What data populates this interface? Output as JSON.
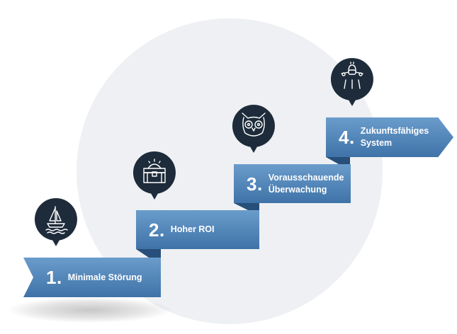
{
  "steps": [
    {
      "number": "1.",
      "label": "Minimale Störung",
      "icon": "sailboat-icon"
    },
    {
      "number": "2.",
      "label": "Hoher ROI",
      "icon": "treasure-chest-icon"
    },
    {
      "number": "3.",
      "label": "Vorausschauende\nÜberwachung",
      "icon": "owl-icon"
    },
    {
      "number": "4.",
      "label": "Zukunftsfähiges\nSystem",
      "icon": "airplane-icon"
    }
  ],
  "colors": {
    "step_top": "#6a9ccb",
    "step_bottom": "#3f73a8",
    "fold": "#244a72",
    "pin": "#1d2b3a",
    "background_circle": "#eef0f3"
  }
}
